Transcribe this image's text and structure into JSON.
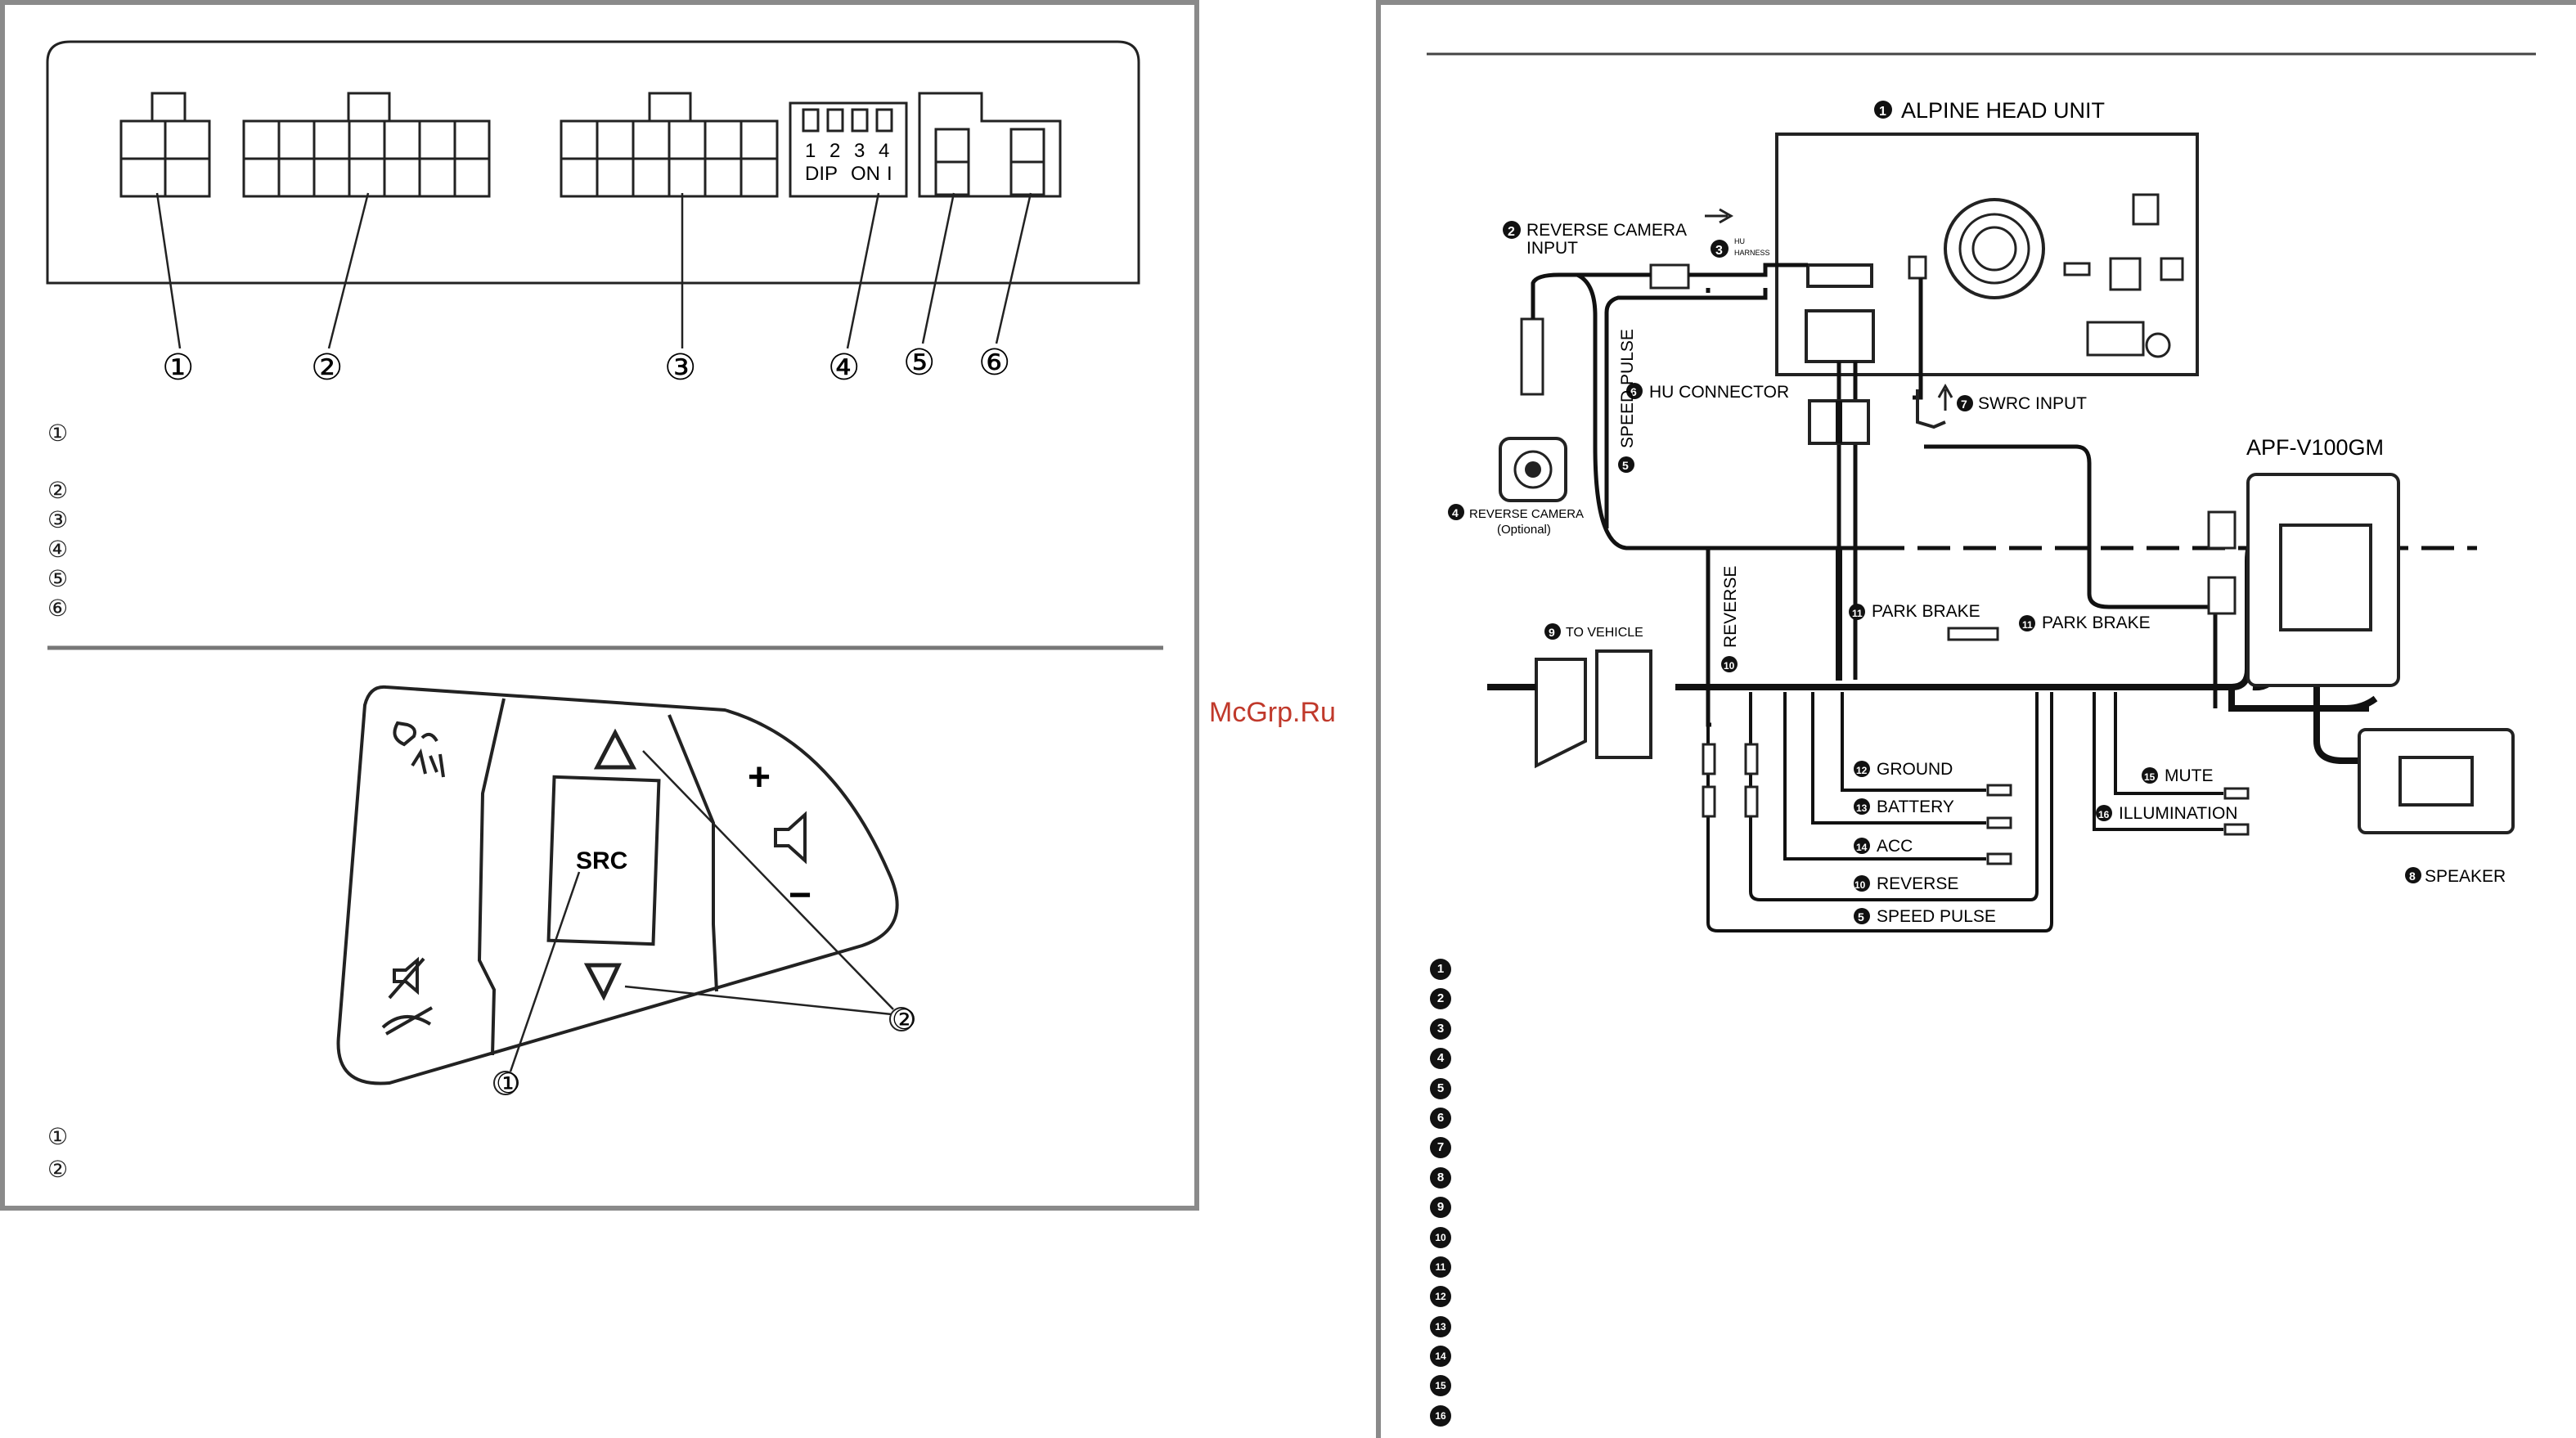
{
  "left_panel": {
    "connector_callouts": [
      "①",
      "②",
      "③",
      "④",
      "⑤",
      "⑥"
    ],
    "dip_numbers": [
      "1",
      "2",
      "3",
      "4"
    ],
    "dip_label": "DIP",
    "on_label": "ON",
    "on_mark": "I",
    "legend_markers": [
      "①",
      "②",
      "③",
      "④",
      "⑤",
      "⑥"
    ]
  },
  "steering": {
    "src_label": "SRC",
    "plus_label": "+",
    "minus_label": "−",
    "callouts": [
      "①",
      "②"
    ],
    "legend_markers": [
      "①",
      "②"
    ]
  },
  "watermark": "McGrp.Ru",
  "wiring": {
    "head_unit_num": "1",
    "head_unit_label": "ALPINE HEAD UNIT",
    "reverse_camera_input_num": "2",
    "reverse_camera_input_l1": "REVERSE CAMERA",
    "reverse_camera_input_l2": "INPUT",
    "hu_harness_num": "3",
    "hu_harness_l1": "HU",
    "hu_harness_l2": "HARNESS",
    "reverse_camera_num": "4",
    "reverse_camera_l1": "REVERSE CAMERA",
    "reverse_camera_l2": "(Optional)",
    "speed_pulse_num": "5",
    "speed_pulse_vertical": "SPEED PULSE",
    "hu_connector_num": "6",
    "hu_connector_label": "HU CONNECTOR",
    "swrc_num": "7",
    "swrc_label": "SWRC INPUT",
    "apf_label": "APF-V100GM",
    "speaker_num": "8",
    "speaker_label": "SPEAKER",
    "to_vehicle_num": "9",
    "to_vehicle_label": "TO VEHICLE",
    "reverse_num": "10",
    "reverse_vertical": "REVERSE",
    "park_brake_num": "11",
    "park_brake_label": "PARK BRAKE",
    "ground_num": "12",
    "ground_label": "GROUND",
    "battery_num": "13",
    "battery_label": "BATTERY",
    "acc_num": "14",
    "acc_label": "ACC",
    "reverse_h_label": "REVERSE",
    "speed_pulse_h_label": "SPEED PULSE",
    "mute_num": "15",
    "mute_label": "MUTE",
    "illum_num": "16",
    "illum_label": "ILLUMINATION",
    "legend_numbers": [
      "1",
      "2",
      "3",
      "4",
      "5",
      "6",
      "7",
      "8",
      "9",
      "10",
      "11",
      "12",
      "13",
      "14",
      "15",
      "16"
    ]
  }
}
